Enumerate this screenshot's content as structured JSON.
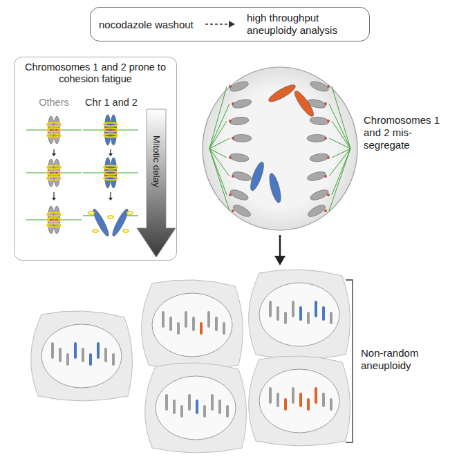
{
  "diagram": {
    "nodes": [
      {
        "text": [
          "nocodazole washout",
          "high throughput aneuploidy analysis"
        ]
      },
      {
        "text": [
          "Chromosomes 1 and 2 prone to cohesion fatigue"
        ]
      }
    ],
    "labels": [
      "Others",
      "Chr 1 and 2",
      "Mitotic delay",
      "Chromosomes 1 and 2 mis-segregate",
      "Non-random aneuploidy"
    ]
  }
}
